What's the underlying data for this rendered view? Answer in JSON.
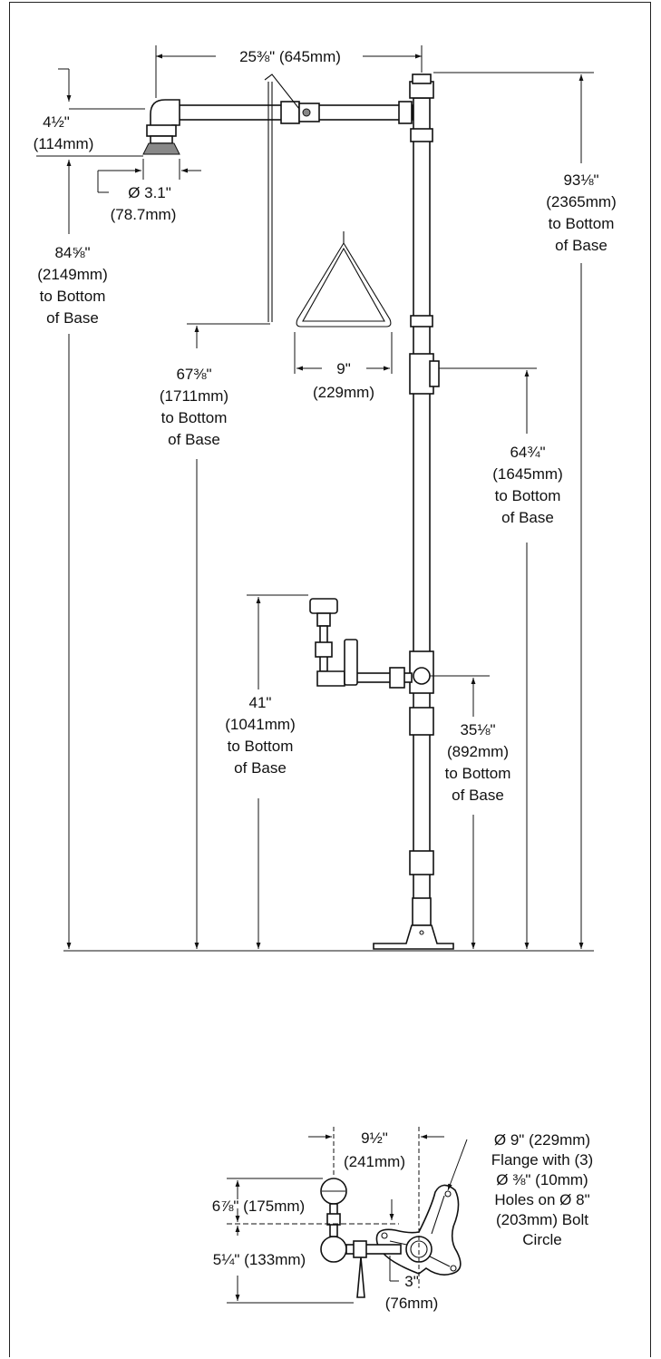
{
  "dimensions": {
    "arm_length": "25⅜\" (645mm)",
    "head_drop_in": "4½\"",
    "head_drop_mm": "(114mm)",
    "head_dia_in": "Ø 3.1\"",
    "head_dia_mm": "(78.7mm)",
    "overall_height": [
      "93⅛\"",
      "(2365mm)",
      "to Bottom",
      "of Base"
    ],
    "head_height": [
      "84⅝\"",
      "(2149mm)",
      "to Bottom",
      "of Base"
    ],
    "pull_rod_height": [
      "67⅜\"",
      "(1711mm)",
      "to Bottom",
      "of Base"
    ],
    "handle_width": [
      "9\"",
      "(229mm)"
    ],
    "tee_height": [
      "64¾\"",
      "(1645mm)",
      "to Bottom",
      "of Base"
    ],
    "eyewash_height": [
      "41\"",
      "(1041mm)",
      "to Bottom",
      "of Base"
    ],
    "eyewash_inlet_height": [
      "35⅛\"",
      "(892mm)",
      "to Bottom",
      "of Base"
    ],
    "plan_offset": [
      "9½\"",
      "(241mm)"
    ],
    "plan_bowl_spacing": "6⅞\" (175mm)",
    "plan_bowl_offset": "5¼\" (133mm)",
    "plan_inlet_offset": [
      "3\"",
      "(76mm)"
    ],
    "flange_note": [
      "Ø 9\" (229mm)",
      "Flange with (3)",
      "Ø ⅜\" (10mm)",
      "Holes on Ø 8\"",
      "(203mm) Bolt",
      "Circle"
    ]
  }
}
